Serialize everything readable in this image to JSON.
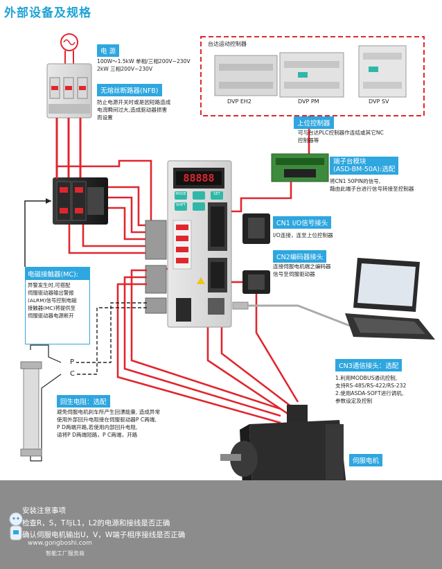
{
  "title": "外部设备及规格",
  "power": {
    "header": "电   源",
    "lines": [
      "100W～1.5kW  单相/三相200V~230V",
      "2kW    三相200V~230V"
    ]
  },
  "nfb": {
    "header": "无熔丝断路器(NFB)",
    "lines": [
      "防止电源开关时或是因短路造成",
      "电流瞬间过大,造成驱动器损害",
      "而设置"
    ]
  },
  "plc": {
    "frame_title": "台达运动控制器",
    "models": [
      "DVP EH2",
      "DVP PM",
      "DVP SV"
    ]
  },
  "upper": {
    "header": "上位控制器",
    "lines": [
      "可与台达PLC控制器作连结或其它NC",
      "控制器等"
    ]
  },
  "terminal": {
    "header_lines": [
      "端子台模块",
      "(ASD-BM-50A):选配"
    ],
    "lines": [
      "将CN1 50PIN的信号,",
      "藉由此端子台进行信号转接至控制器"
    ]
  },
  "cn1": {
    "header": "CN1 I/O信号接头",
    "lines": [
      "I/O连接，连至上位控制器"
    ]
  },
  "cn2": {
    "header": "CN2编码器接头",
    "lines": [
      "连接伺服电机端之编码器",
      "信号至伺服驱动器"
    ]
  },
  "mc": {
    "header": "电磁接触器(MC):",
    "lines": [
      "异警发生时,可搭配",
      "伺服驱动器输出警报",
      "(ALRM)信号控制电磁",
      "接触器(MC)将提供至",
      "伺服驱动器电源断开"
    ]
  },
  "pc_labels": [
    "P",
    "C"
  ],
  "regen": {
    "header": "回生电阻：选配",
    "lines": [
      "避免伺服电机刹车所产生回漂能量, 造成异常",
      "使用外部回升电阻接在伺服驱动器P C两端,",
      "P D两端开路,若使用内部回升电阻,",
      "请将P D两端短路，P C两端，开路"
    ]
  },
  "cn3": {
    "header": "CN3通信接头：选配",
    "lines": [
      "1.利用MODBUS通讯控制,",
      "   支持RS-485/RS-422/RS-232",
      "2.使用ASDA-SOFT进行调机,",
      "   参数设定及控制"
    ]
  },
  "motor": {
    "label": "伺服电机"
  },
  "drive": {
    "display": "88888",
    "buttons": [
      "MODE",
      "SET",
      "SHIFT"
    ]
  },
  "notes": {
    "title": "安装注意事项",
    "lines": [
      "检查R，S，T与L1，L2的电源和接线是否正确",
      "确认伺服电机输出U，V，W端子相序接线是否正确"
    ]
  },
  "watermark": {
    "url": "www.gongboshi.com",
    "name": "智能工厂服务商"
  },
  "colors": {
    "accent": "#2ea6df",
    "wire": "#e0262d",
    "notes_bg": "#8c8c8c"
  }
}
